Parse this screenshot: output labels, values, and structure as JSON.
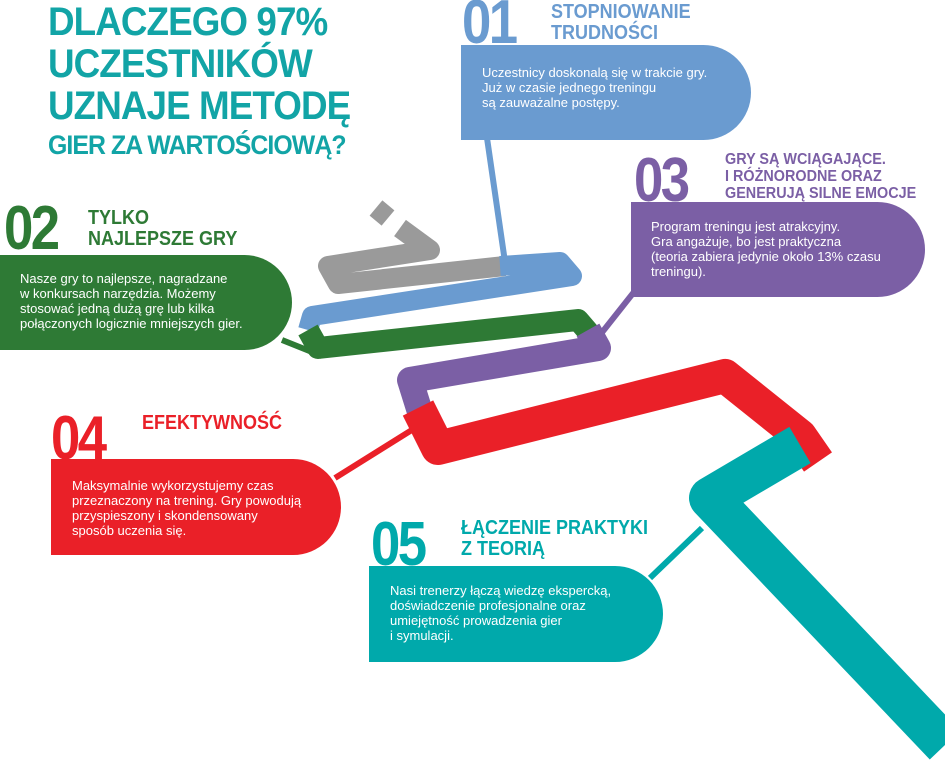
{
  "title": {
    "line1": "DLACZEGO 97%",
    "line2": "UCZESTNIKÓW",
    "line3": "UZNAJE METODĘ",
    "line4": "GIER ZA WARTOŚCIOWĄ?"
  },
  "colors": {
    "title": "#12a4a6",
    "step1": "#6a9bd0",
    "step2": "#2e7a35",
    "step3": "#7b5fa5",
    "step4": "#ea2028",
    "step5": "#00a9ab",
    "road_gray": "#9a9a9a"
  },
  "steps": [
    {
      "number": "01",
      "heading": [
        "STOPNIOWANIE",
        "TRUDNOŚCI"
      ],
      "text": [
        "Uczestnicy doskonalą się w trakcie gry.",
        "Już w czasie jednego treningu",
        "są zauważalne postępy."
      ]
    },
    {
      "number": "02",
      "heading": [
        "TYLKO",
        "NAJLEPSZE GRY"
      ],
      "text": [
        "Nasze gry to najlepsze, nagradzane",
        "w konkursach narzędzia. Możemy",
        "stosować jedną dużą grę lub kilka",
        "połączonych logicznie mniejszych gier."
      ]
    },
    {
      "number": "03",
      "heading": [
        "GRY SĄ WCIĄGAJĄCE.",
        "I RÓŻNORODNE ORAZ",
        "GENERUJĄ SILNE EMOCJE"
      ],
      "text": [
        "Program treningu jest atrakcyjny.",
        "Gra angażuje, bo jest praktyczna",
        "(teoria zabiera jedynie około 13% czasu",
        "treningu)."
      ]
    },
    {
      "number": "04",
      "heading": [
        "EFEKTYWNOŚĆ"
      ],
      "text": [
        "Maksymalnie wykorzystujemy czas",
        "przeznaczony na trening. Gry powodują",
        "przyspieszony i skondensowany",
        "sposób uczenia się."
      ]
    },
    {
      "number": "05",
      "heading": [
        "ŁĄCZENIE PRAKTYKI",
        "Z TEORIĄ"
      ],
      "text": [
        "Nasi trenerzy łączą wiedzę ekspercką,",
        "doświadczenie profesjonalne oraz",
        "umiejętność prowadzenia gier",
        "i symulacji."
      ]
    }
  ]
}
